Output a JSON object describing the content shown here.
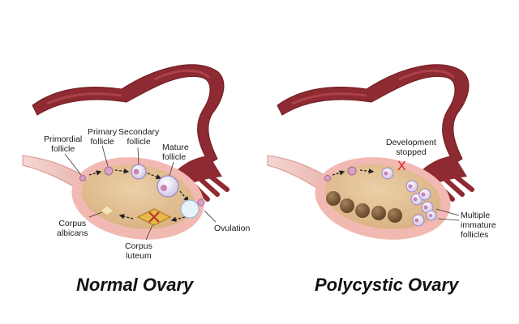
{
  "normal": {
    "title": "Normal Ovary",
    "labels": {
      "primordial": "Primordial\nfollicle",
      "primary": "Primary\nfollicle",
      "secondary": "Secondary\nfollicle",
      "mature": "Mature\nfollicle",
      "ovulation": "Ovulation",
      "corpus_albicans": "Corpus\nalbicans",
      "corpus_luteum": "Corpus\nluteum"
    }
  },
  "polycystic": {
    "title": "Polycystic Ovary",
    "labels": {
      "development_stopped": "Development\nstopped",
      "multiple_immature": "Multiple\nimmature\nfollicles"
    },
    "stop_mark": "X"
  },
  "colors": {
    "tube": "#8e2a31",
    "tube_light": "#c0525a",
    "ligament": "#f0c6c2",
    "ovary_rim": "#f2b9b3",
    "ovary_fill": "#e3bf93",
    "cyst": "#7a5a3a",
    "follicle": "#e6dcf0",
    "stop": "#d62020"
  }
}
